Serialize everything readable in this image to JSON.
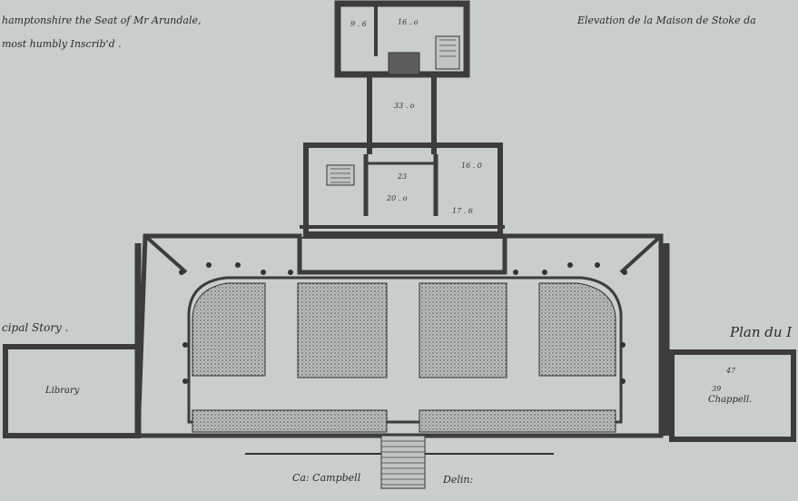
{
  "title": {
    "english_line1": "hamptonshire the Seat of Mr Arundale,",
    "english_line2": "most humbly Inscrib'd .",
    "french": "Elevation de la Maison de Stoke da"
  },
  "labels": {
    "principal_story": "cipal Story .",
    "plan_fr": "Plan du I",
    "library": "Library",
    "chapel": "Chappell.",
    "chapel_dim": "39",
    "chapel_dim2": "47"
  },
  "dimensions": {
    "top_left_room": "9 . 6",
    "top_room": "16 . o",
    "gallery": "33 . o",
    "center_room_a": "23",
    "center_room_b": "20 . o",
    "right_room_a": "16 . 0",
    "right_room_b": "17 . 6"
  },
  "signature": {
    "left": "Ca: Campbell",
    "right": "Delin:"
  },
  "colors": {
    "paper": "#c8cecd",
    "ink": "#2a2a2a",
    "wall": "#4a4a4a",
    "garden": "#9da3a3"
  }
}
